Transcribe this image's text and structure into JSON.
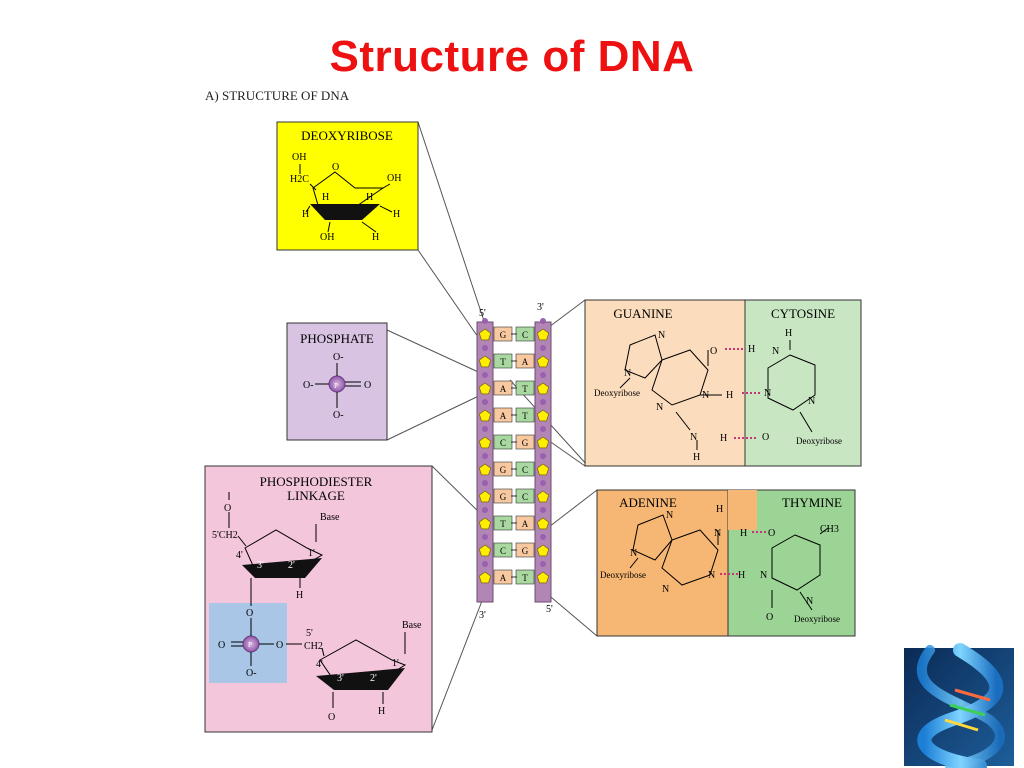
{
  "slide_title": "Structure of DNA",
  "figure_caption": "A) STRUCTURE OF DNA",
  "deoxyribose": {
    "title": "DEOXYRIBOSE",
    "atoms": [
      "OH",
      "H2C",
      "O",
      "OH",
      "H",
      "H",
      "H",
      "H",
      "OH",
      "H"
    ]
  },
  "phosphate": {
    "title": "PHOSPHATE",
    "atoms": [
      "O-",
      "O-",
      "P",
      "O",
      "O-"
    ]
  },
  "linkage": {
    "title_line1": "PHOSPHODIESTER",
    "title_line2": "LINKAGE",
    "labels": [
      "O",
      "5'CH2",
      "Base",
      "4'",
      "3'",
      "2'",
      "1'",
      "H",
      "O",
      "O",
      "P",
      "O",
      "O",
      "O-",
      "5'",
      "CH2",
      "Base",
      "4'",
      "3'",
      "2'",
      "1'",
      "O",
      "H"
    ]
  },
  "helix": {
    "end_labels": {
      "top_left": "5'",
      "top_right": "3'",
      "bottom_left": "3'",
      "bottom_right": "5'"
    },
    "pairs": [
      [
        "G",
        "C"
      ],
      [
        "T",
        "A"
      ],
      [
        "A",
        "T"
      ],
      [
        "A",
        "T"
      ],
      [
        "C",
        "G"
      ],
      [
        "G",
        "C"
      ],
      [
        "G",
        "C"
      ],
      [
        "T",
        "A"
      ],
      [
        "C",
        "G"
      ],
      [
        "A",
        "T"
      ]
    ]
  },
  "guanine_cytosine": {
    "left_title": "GUANINE",
    "right_title": "CYTOSINE",
    "g_labels": [
      "N",
      "N",
      "N",
      "N",
      "N",
      "O",
      "H",
      "N",
      "H",
      "H"
    ],
    "c_labels": [
      "H",
      "H",
      "N",
      "N",
      "N",
      "O"
    ],
    "sugar_left": "Deoxyribose",
    "sugar_right": "Deoxyribose"
  },
  "adenine_thymine": {
    "left_title": "ADENINE",
    "right_title": "THYMINE",
    "a_labels": [
      "N",
      "N",
      "N",
      "N",
      "H",
      "N",
      "H"
    ],
    "t_labels": [
      "CH3",
      "O",
      "H",
      "N",
      "N",
      "O"
    ],
    "sugar_left": "Deoxyribose",
    "sugar_right": "Deoxyribose"
  },
  "colors": {
    "title_red": "#ee1111",
    "deoxyribose_bg": "#ffff00",
    "phosphate_bg": "#d9c3e3",
    "linkage_bg": "#f4c6dc",
    "phosphate_highlight": "#a9c6e6",
    "guanine_bg": "#fbdcbc",
    "cytosine_bg": "#c9e6c3",
    "adenine_bg": "#f7b774",
    "thymine_bg": "#9cd496",
    "strand_purple": "#b286b4",
    "sugar_yellow": "#ffee00",
    "purine_orange": "#f8c9a0",
    "pyrimidine_green": "#a9d9a0",
    "phosphate_purple": "#9a5fb0"
  },
  "thumbnail": {
    "icon": "dna-helix-thumbnail"
  }
}
